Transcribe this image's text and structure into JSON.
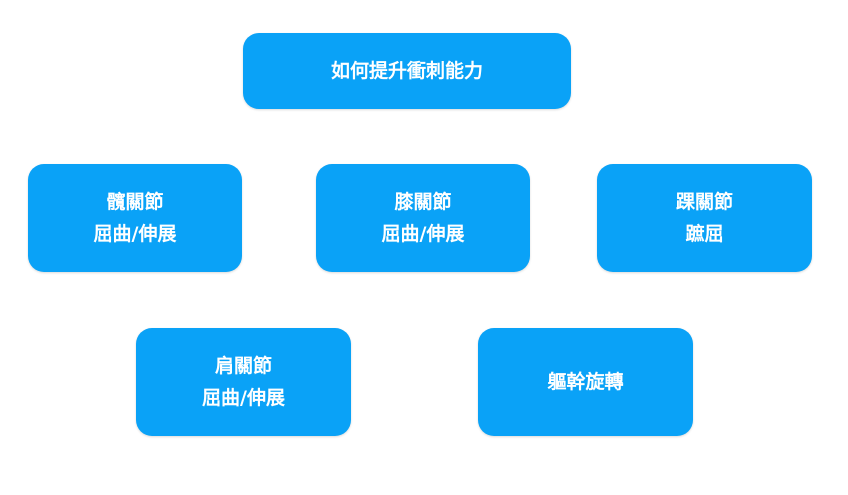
{
  "root": {
    "label": "如何提升衝刺能力"
  },
  "nodes": [
    {
      "line1": "髖關節",
      "line2": "屈曲/伸展"
    },
    {
      "line1": "膝關節",
      "line2": "屈曲/伸展"
    },
    {
      "line1": "踝關節",
      "line2": "蹠屈"
    },
    {
      "line1": "肩關節",
      "line2": "屈曲/伸展"
    },
    {
      "line1": "軀幹旋轉"
    }
  ],
  "colors": {
    "box": "#0aa2f7",
    "text": "#ffffff"
  }
}
